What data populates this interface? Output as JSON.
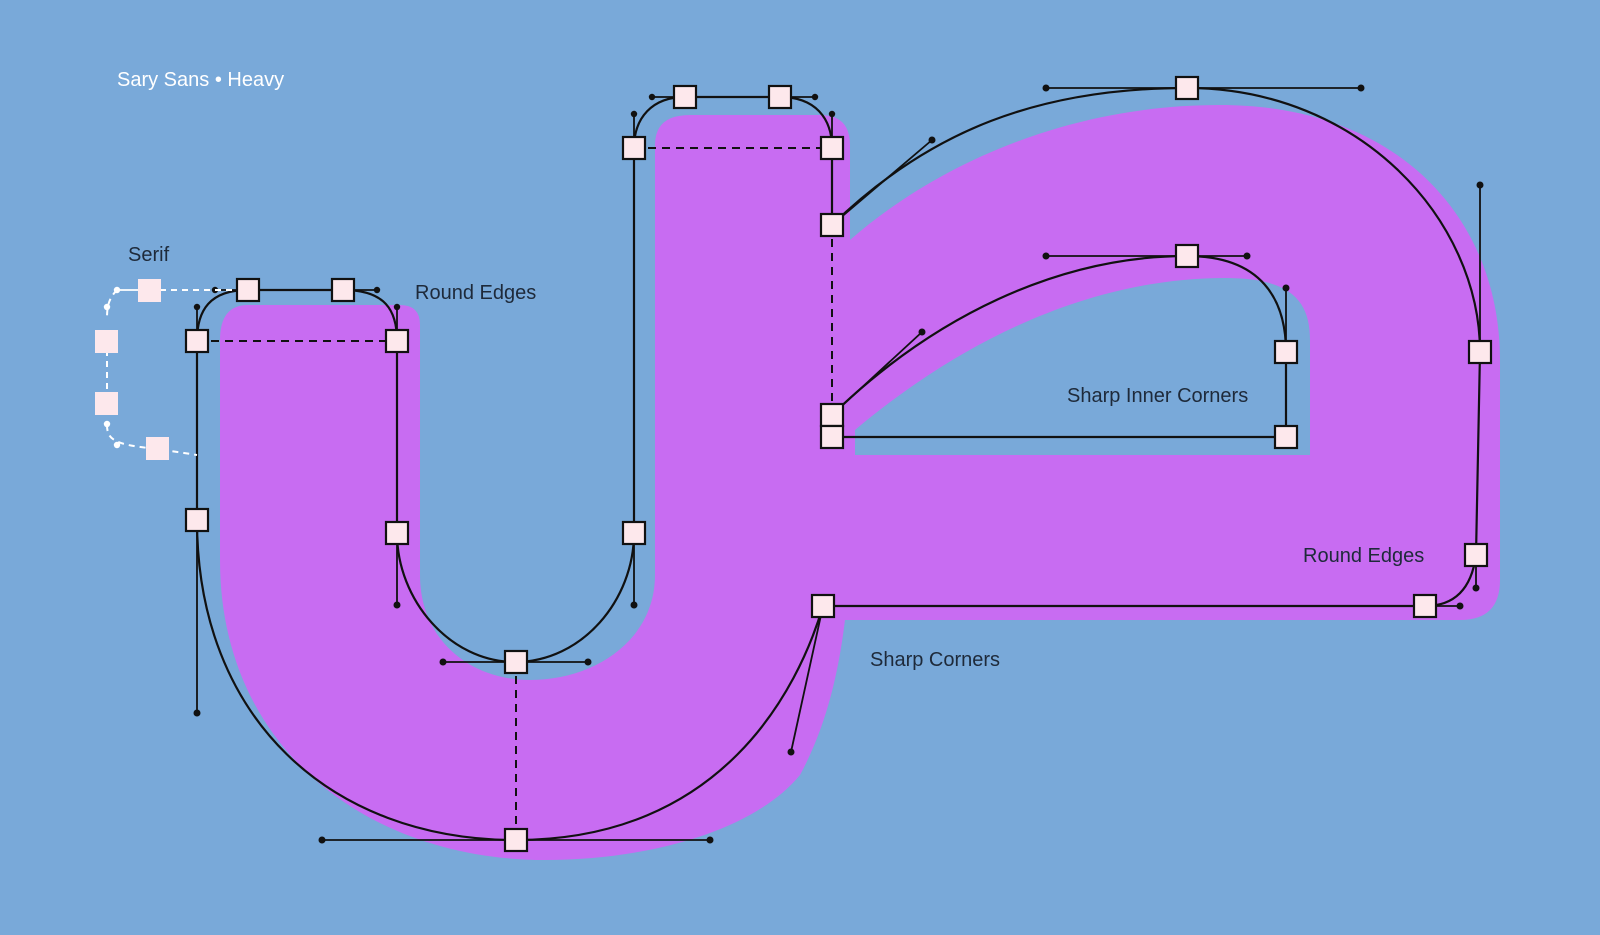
{
  "title": "Sary Sans • Heavy",
  "labels": {
    "serif": "Serif",
    "round_edges_top": "Round Edges",
    "sharp_inner_corners": "Sharp Inner Corners",
    "round_edges_right": "Round Edges",
    "sharp_corners": "Sharp Corners"
  },
  "colors": {
    "background": "#79a9d9",
    "glyph_fill": "#c86cf2",
    "node_fill": "#fde8ec",
    "outline": "#111111"
  }
}
